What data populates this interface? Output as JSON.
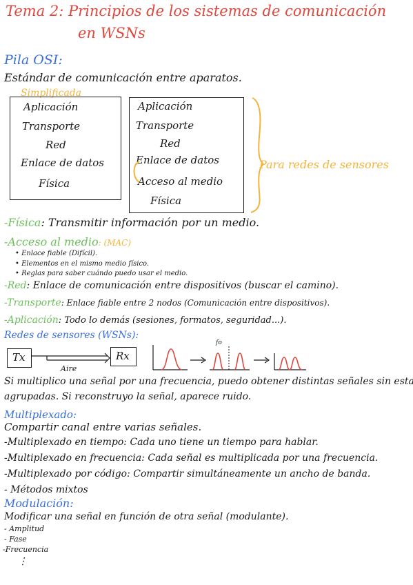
{
  "title": {
    "line1": "Tema 2: Principios de los sistemas de comunicación",
    "line2": "en WSNs"
  },
  "osi": {
    "heading": "Pila OSI:",
    "intro": "Estándar de comunicación entre aparatos.",
    "simplified_label": "Simplificada",
    "left_stack": [
      "Aplicación",
      "Transporte",
      "Red",
      "Enlace de datos",
      "Física"
    ],
    "right_stack": [
      "Aplicación",
      "Transporte",
      "Red",
      "Enlace de datos",
      "Acceso al medio",
      "Física"
    ],
    "sensor_note": "Para redes de sensores"
  },
  "layers": [
    {
      "name": "-Física",
      "desc": ": Transmitir información por un medio."
    },
    {
      "name": "-Acceso al medio",
      "tag": ": (MAC)"
    },
    {
      "name": "-Red",
      "desc": ": Enlace de comunicación entre dispositivos (buscar el camino)."
    },
    {
      "name": "-Transporte",
      "desc": ": Enlace fiable entre 2 nodos (Comunicación entre dispositivos)."
    },
    {
      "name": "-Aplicación",
      "desc": ": Todo lo demás (sesiones, formatos, seguridad...)."
    }
  ],
  "mac_bullets": [
    "• Enlace fiable (Difícil).",
    "• Elementos en el mismo medio físico.",
    "• Reglas para saber cuándo puedo usar el medio."
  ],
  "wsn": {
    "heading": "Redes de sensores (WSNs):",
    "tx": "Tx",
    "rx": "Rx",
    "medium": "Aire",
    "f0": "fo",
    "note_line1": "Si multiplico una señal por una frecuencia, puedo obtener distintas señales sin estar",
    "note_line2": "agrupadas. Si reconstruyo la señal, aparece ruido."
  },
  "multiplexing": {
    "heading": "Multiplexado:",
    "intro": "Compartir canal entre varias señales.",
    "items": [
      "-Multiplexado en tiempo: Cada uno tiene un tiempo para hablar.",
      "-Multiplexado en frecuencia: Cada señal es multiplicada por una frecuencia.",
      "-Multiplexado por código: Compartir simultáneamente un ancho de banda.",
      "- Métodos mixtos"
    ]
  },
  "modulation": {
    "heading": "Modulación:",
    "intro": "Modificar una señal en función de otra señal (modulante).",
    "items": [
      "- Amplitud",
      "- Fase",
      "-Frecuencia"
    ],
    "ellipsis": "⋮"
  },
  "colors": {
    "title": "#e0483e",
    "blue_heading": "#3a6fd8",
    "green_layer": "#6cbf5a",
    "red_layer": "#e0483e",
    "yellow_note": "#f2b43a"
  }
}
